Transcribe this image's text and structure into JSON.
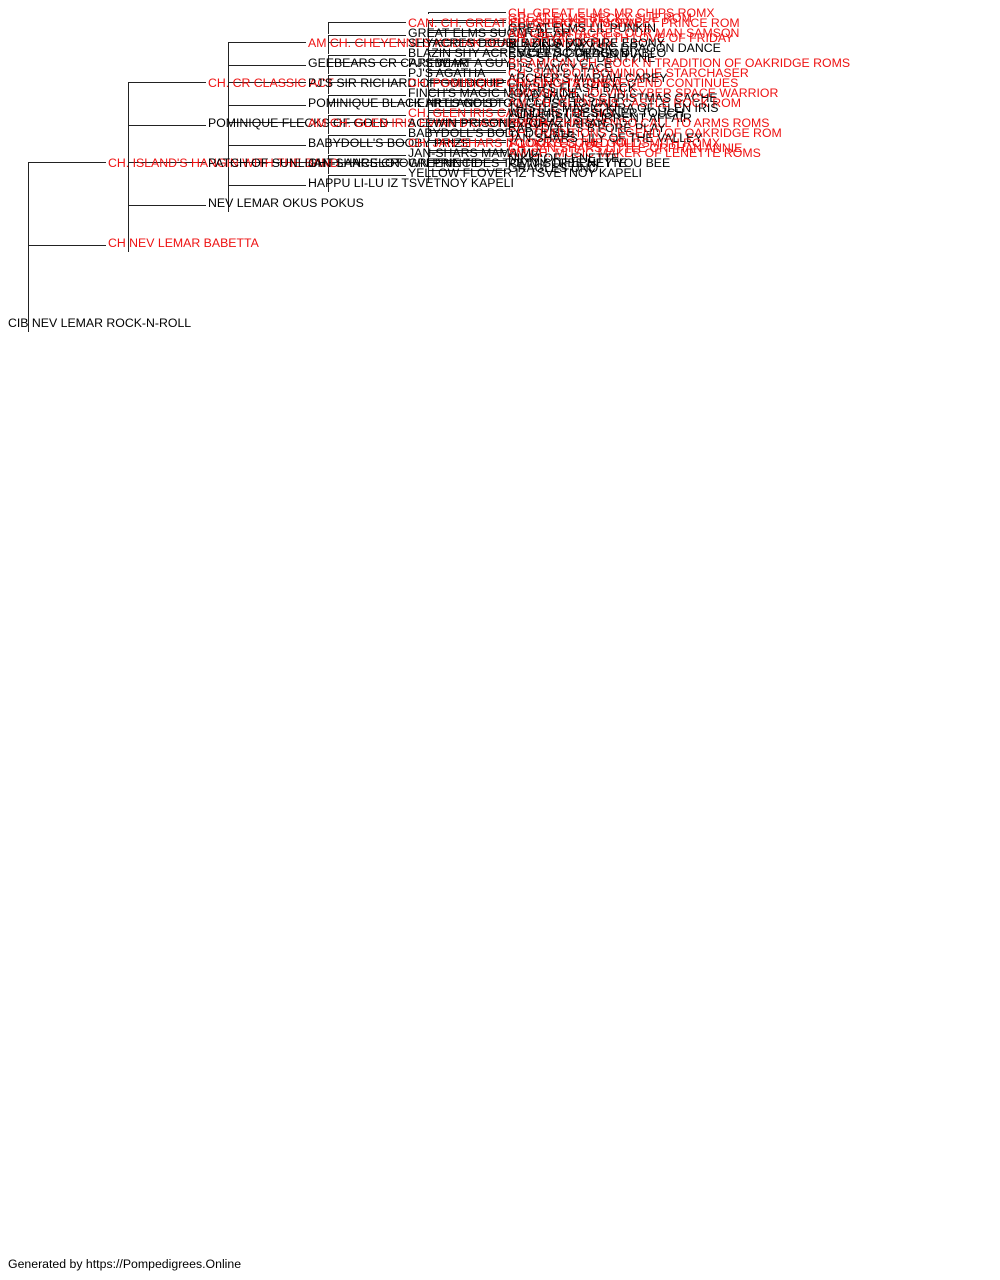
{
  "colors": {
    "champion": "#ee1111",
    "normal": "#000000",
    "line": "#222222"
  },
  "pedigree": [
    {
      "name": "CIB NEV LEMAR ROCK-N-ROLL",
      "champion": false
    },
    {
      "name": "CH. ISLAND'S HANGIN WITH THE BAND",
      "champion": true
    },
    {
      "name": "CH NEV LEMAR BABETTA",
      "champion": true
    },
    {
      "name": "CH. CR CLASSIC ACT",
      "champion": true
    },
    {
      "name": "POMINIQUE FLECKS OF GOLD",
      "champion": false
    },
    {
      "name": "PATCH OF SUNLIGHT LANCELOT",
      "champion": false
    },
    {
      "name": "NEV LEMAR OKUS POKUS",
      "champion": false
    },
    {
      "name": "AM CH. CHEYENNES KODIAK BEAR SECOND ROMX",
      "champion": true
    },
    {
      "name": "GEEBEARS CR CAREBEAR",
      "champion": false
    },
    {
      "name": "PJ'S SIR RICHARD OF GOLDCHIP",
      "champion": false
    },
    {
      "name": "POMINIQUE BLACK HILLS GOLD",
      "champion": false
    },
    {
      "name": "AM CH. GLEN IRIS EVIAN D'CASTILE ROM",
      "champion": true
    },
    {
      "name": "BABYDOLL'S BOOBY PRIZE",
      "champion": false
    },
    {
      "name": "JAN-SHARS CROWN PRINCE",
      "champion": false
    },
    {
      "name": "HAPPU LI-LU IZ TSVETNOY KAPELI",
      "champion": false
    },
    {
      "name": "CAN. CH. GREAT ELMS FROSTY MORN",
      "champion": true
    },
    {
      "name": "GREAT ELMS SUGAR BEAR",
      "champion": false
    },
    {
      "name": "SHYACRES DOUBLE DEJA VU",
      "champion": false
    },
    {
      "name": "BLAZIN SHY ACRES CELTIC DRAGON",
      "champion": false
    },
    {
      "name": "PJ'S WHAT A GUY",
      "champion": false
    },
    {
      "name": "PJ'S AGATHA",
      "champion": false
    },
    {
      "name": "CH. POMINIQUE CHASING TATONKA",
      "champion": true
    },
    {
      "name": "FINCH'S MAGIC MOONSHINE",
      "champion": false
    },
    {
      "name": "HEARTLAND'S TOO CLOSE TO CALL",
      "champion": false
    },
    {
      "name": "CH. GLEN IRIS CASTLE IN THE SKY",
      "champion": true
    },
    {
      "name": "ACEWIN PRISONER OF AZKARAN",
      "champion": false
    },
    {
      "name": "BABYDOLL'S BODY DOUBLE",
      "champion": false
    },
    {
      "name": "CH. JAN-SHARS IF LOOKS COULD KILL",
      "champion": true
    },
    {
      "name": "JAN-SHARS MAMA MIA",
      "champion": false
    },
    {
      "name": "GREENE TIDES TOMMY OF LENETTE",
      "champion": false
    },
    {
      "name": "YELLOW FLOVER IZ TSVETNOY KAPELI",
      "champion": false
    },
    {
      "name": "CH. GREAT ELMS MR CHIPS ROMX",
      "champion": true
    },
    {
      "name": "GREAT ELMS BECKY SUE ROM",
      "champion": true
    },
    {
      "name": "CH. GREAT ELMS SWEET PRINCE ROM",
      "champion": true
    },
    {
      "name": "GREAT ELMS LIL PUNKIN",
      "champion": false
    },
    {
      "name": "AM CH. SHYACRES OUR MAN SAMSON",
      "champion": true
    },
    {
      "name": "CH. SHYACRES F'TH LOVE OF FRIDAY",
      "champion": true
    },
    {
      "name": "BLAZIN'S FOXFIRE EBONY",
      "champion": false
    },
    {
      "name": "BLAZIN'S KALASIC DRAGON DANCE",
      "champion": false
    },
    {
      "name": "EMCEE'S GOLDEN DIABLO",
      "champion": false
    },
    {
      "name": "PJ'S STICK OF DENTYNE",
      "champion": false
    },
    {
      "name": "BISAM/CAN CH. ROCK N TRADITION OF OAKRIDGE ROMS",
      "champion": true
    },
    {
      "name": "PJ'S FANCY FACE",
      "champion": false
    },
    {
      "name": "CH. SUN-DOT POMINIQUE STARCHASER",
      "champion": true
    },
    {
      "name": "ARCHER'S MARIAH CAREY",
      "champion": false
    },
    {
      "name": "CH. FINCH'S THE LEGEND CONTINUES",
      "champion": true
    },
    {
      "name": "FINCH'S FLASH BACK",
      "champion": false
    },
    {
      "name": "AM/CAN CH. JOLVIN CYBER SPACE WARRIOR",
      "champion": true
    },
    {
      "name": "STAR HAVEN'S CHRISTMAS CACHE",
      "champion": false
    },
    {
      "name": "AM. CH. GLEN IRIS CASTLE ROCK ROM",
      "champion": true
    },
    {
      "name": "THISTLE MAGIC KIRA OF GLEN IRIS",
      "champion": false
    },
    {
      "name": "WINDMIST DESIGNER TOUCH",
      "champion": false
    },
    {
      "name": "CHRISDEN'S CURRENT AFFAIR",
      "champion": false
    },
    {
      "name": "AM CH. CHRISCENDO CALL TO ARMS ROMS",
      "champion": true
    },
    {
      "name": "BABYDOLL'S B'FORE PLAY",
      "champion": false
    },
    {
      "name": "CH. TRADITIONS LEGEND OF OAKRIDGE ROM",
      "champion": true
    },
    {
      "name": "JAN-SHARS LILY OF THE VALLEY",
      "champion": false
    },
    {
      "name": "TOOKEYES THE GOLDSMITH ROMX",
      "champion": true
    },
    {
      "name": "CH. JAN-SHARS LITTLE ORPHAN ANNIE",
      "champion": true
    },
    {
      "name": "AM CH. MUSIC MAKER OF LENETTE ROMS",
      "champion": true
    },
    {
      "name": "NIKKI OF LENETTE",
      "champion": false
    },
    {
      "name": "PETTISTREE HEY YOU BEE",
      "champion": false
    },
    {
      "name": "GRAGLES UNO",
      "champion": false
    }
  ],
  "footer": "Generated by https://Pompedigrees.Online"
}
